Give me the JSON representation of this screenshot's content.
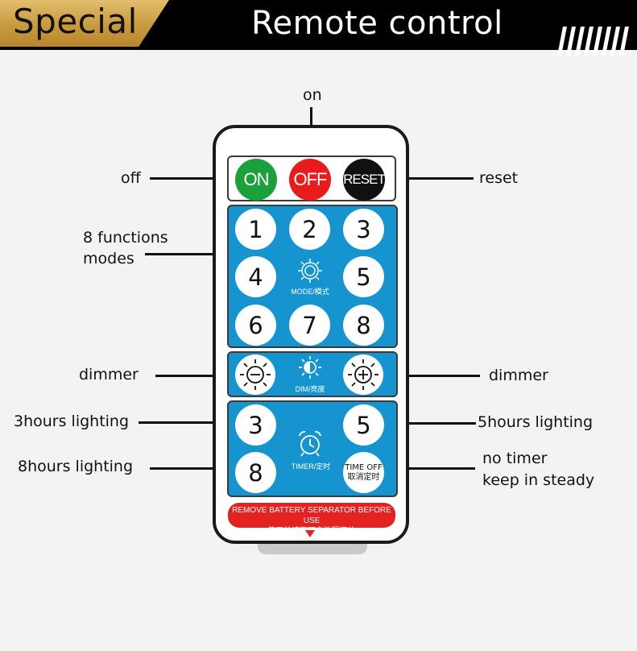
{
  "header": {
    "tag": "Special",
    "title": "Remote control"
  },
  "labels": {
    "on": "on",
    "off": "off",
    "reset": "reset",
    "modes_line1": "8 functions",
    "modes_line2": "modes",
    "dimmer_left": "dimmer",
    "dimmer_right": "dimmer",
    "hours3": "3hours lighting",
    "hours5": "5hours lighting",
    "hours8": "8hours lighting",
    "no_timer_line1": "no timer",
    "no_timer_line2": "keep in steady"
  },
  "remote": {
    "power_buttons": {
      "on": "ON",
      "off": "OFF",
      "reset": "RESET"
    },
    "mode_buttons": [
      "1",
      "2",
      "3",
      "4",
      "5",
      "6",
      "7",
      "8"
    ],
    "mode_caption": "MODE/模式",
    "dim_caption": "DIM/亮度",
    "timer_buttons": {
      "t3": "3",
      "t5": "5",
      "t8": "8"
    },
    "timer_caption": "TIMER/定时",
    "time_off_line1": "TIME OFF",
    "time_off_line2": "取消定时",
    "separator_line1": "REMOVE BATTERY SEPARATOR BEFORE USE",
    "separator_line2": "使用前请取下电池隔离片"
  },
  "colors": {
    "header_bg": "#000000",
    "special_gold": "#c89a3e",
    "panel_blue": "#1694cf",
    "on_green": "#1aa13c",
    "off_red": "#e81c1c",
    "reset_black": "#111111"
  },
  "icons": [
    "sun-gear-icon",
    "dim-half-sun-icon",
    "minus-sun-icon",
    "plus-sun-icon",
    "alarm-clock-icon",
    "down-arrow-icon"
  ]
}
